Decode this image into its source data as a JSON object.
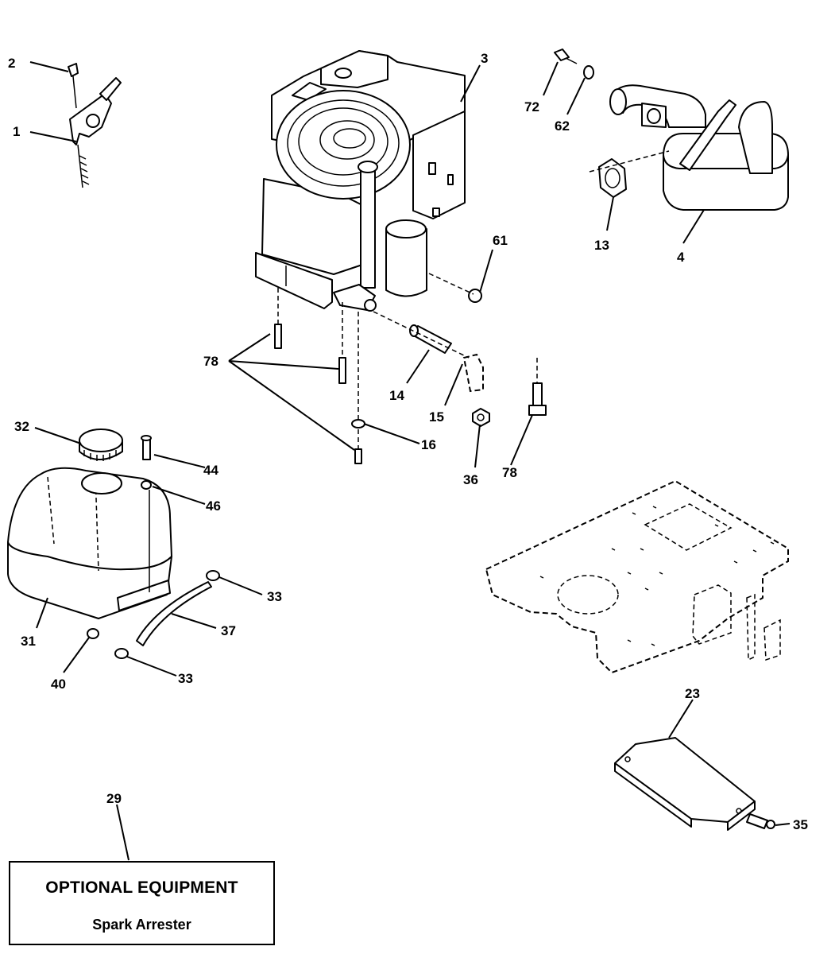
{
  "callouts": {
    "c1": "1",
    "c2": "2",
    "c3": "3",
    "c4": "4",
    "c13": "13",
    "c14": "14",
    "c15": "15",
    "c16": "16",
    "c23": "23",
    "c29": "29",
    "c31": "31",
    "c32": "32",
    "c33a": "33",
    "c33b": "33",
    "c35": "35",
    "c36": "36",
    "c37": "37",
    "c40": "40",
    "c44": "44",
    "c46": "46",
    "c61": "61",
    "c62": "62",
    "c72": "72",
    "c78a": "78",
    "c78b": "78"
  },
  "optional_box": {
    "title": "OPTIONAL EQUIPMENT",
    "subtitle": "Spark Arrester"
  }
}
